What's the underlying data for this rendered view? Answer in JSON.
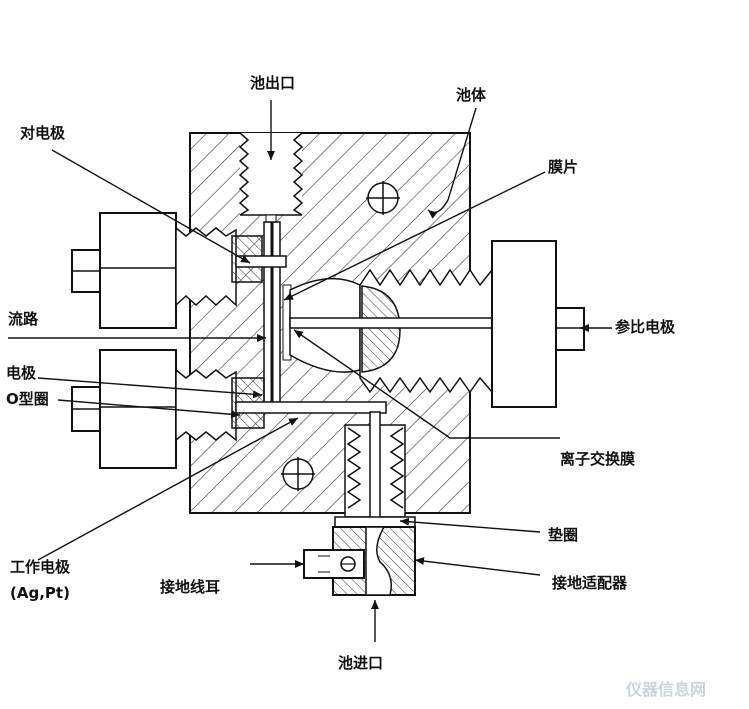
{
  "labels": {
    "outlet": "池出口",
    "cell_body": "池体",
    "counter_electrode": "对电极",
    "membrane_sheet": "膜片",
    "flow_path": "流路",
    "reference_electrode": "参比电极",
    "electrode": "电极",
    "o_ring": "O型圈",
    "ion_exchange_membrane": "离子交换膜",
    "working_electrode_line1": "工作电极",
    "working_electrode_line2": "(Ag,Pt)",
    "gasket": "垫圈",
    "ground_lug": "接地线耳",
    "ground_adapter": "接地适配器",
    "inlet": "池进口"
  },
  "watermark": "仪器信息网",
  "colors": {
    "ink": "#111111",
    "hatch": "#333333",
    "background": "#ffffff"
  }
}
